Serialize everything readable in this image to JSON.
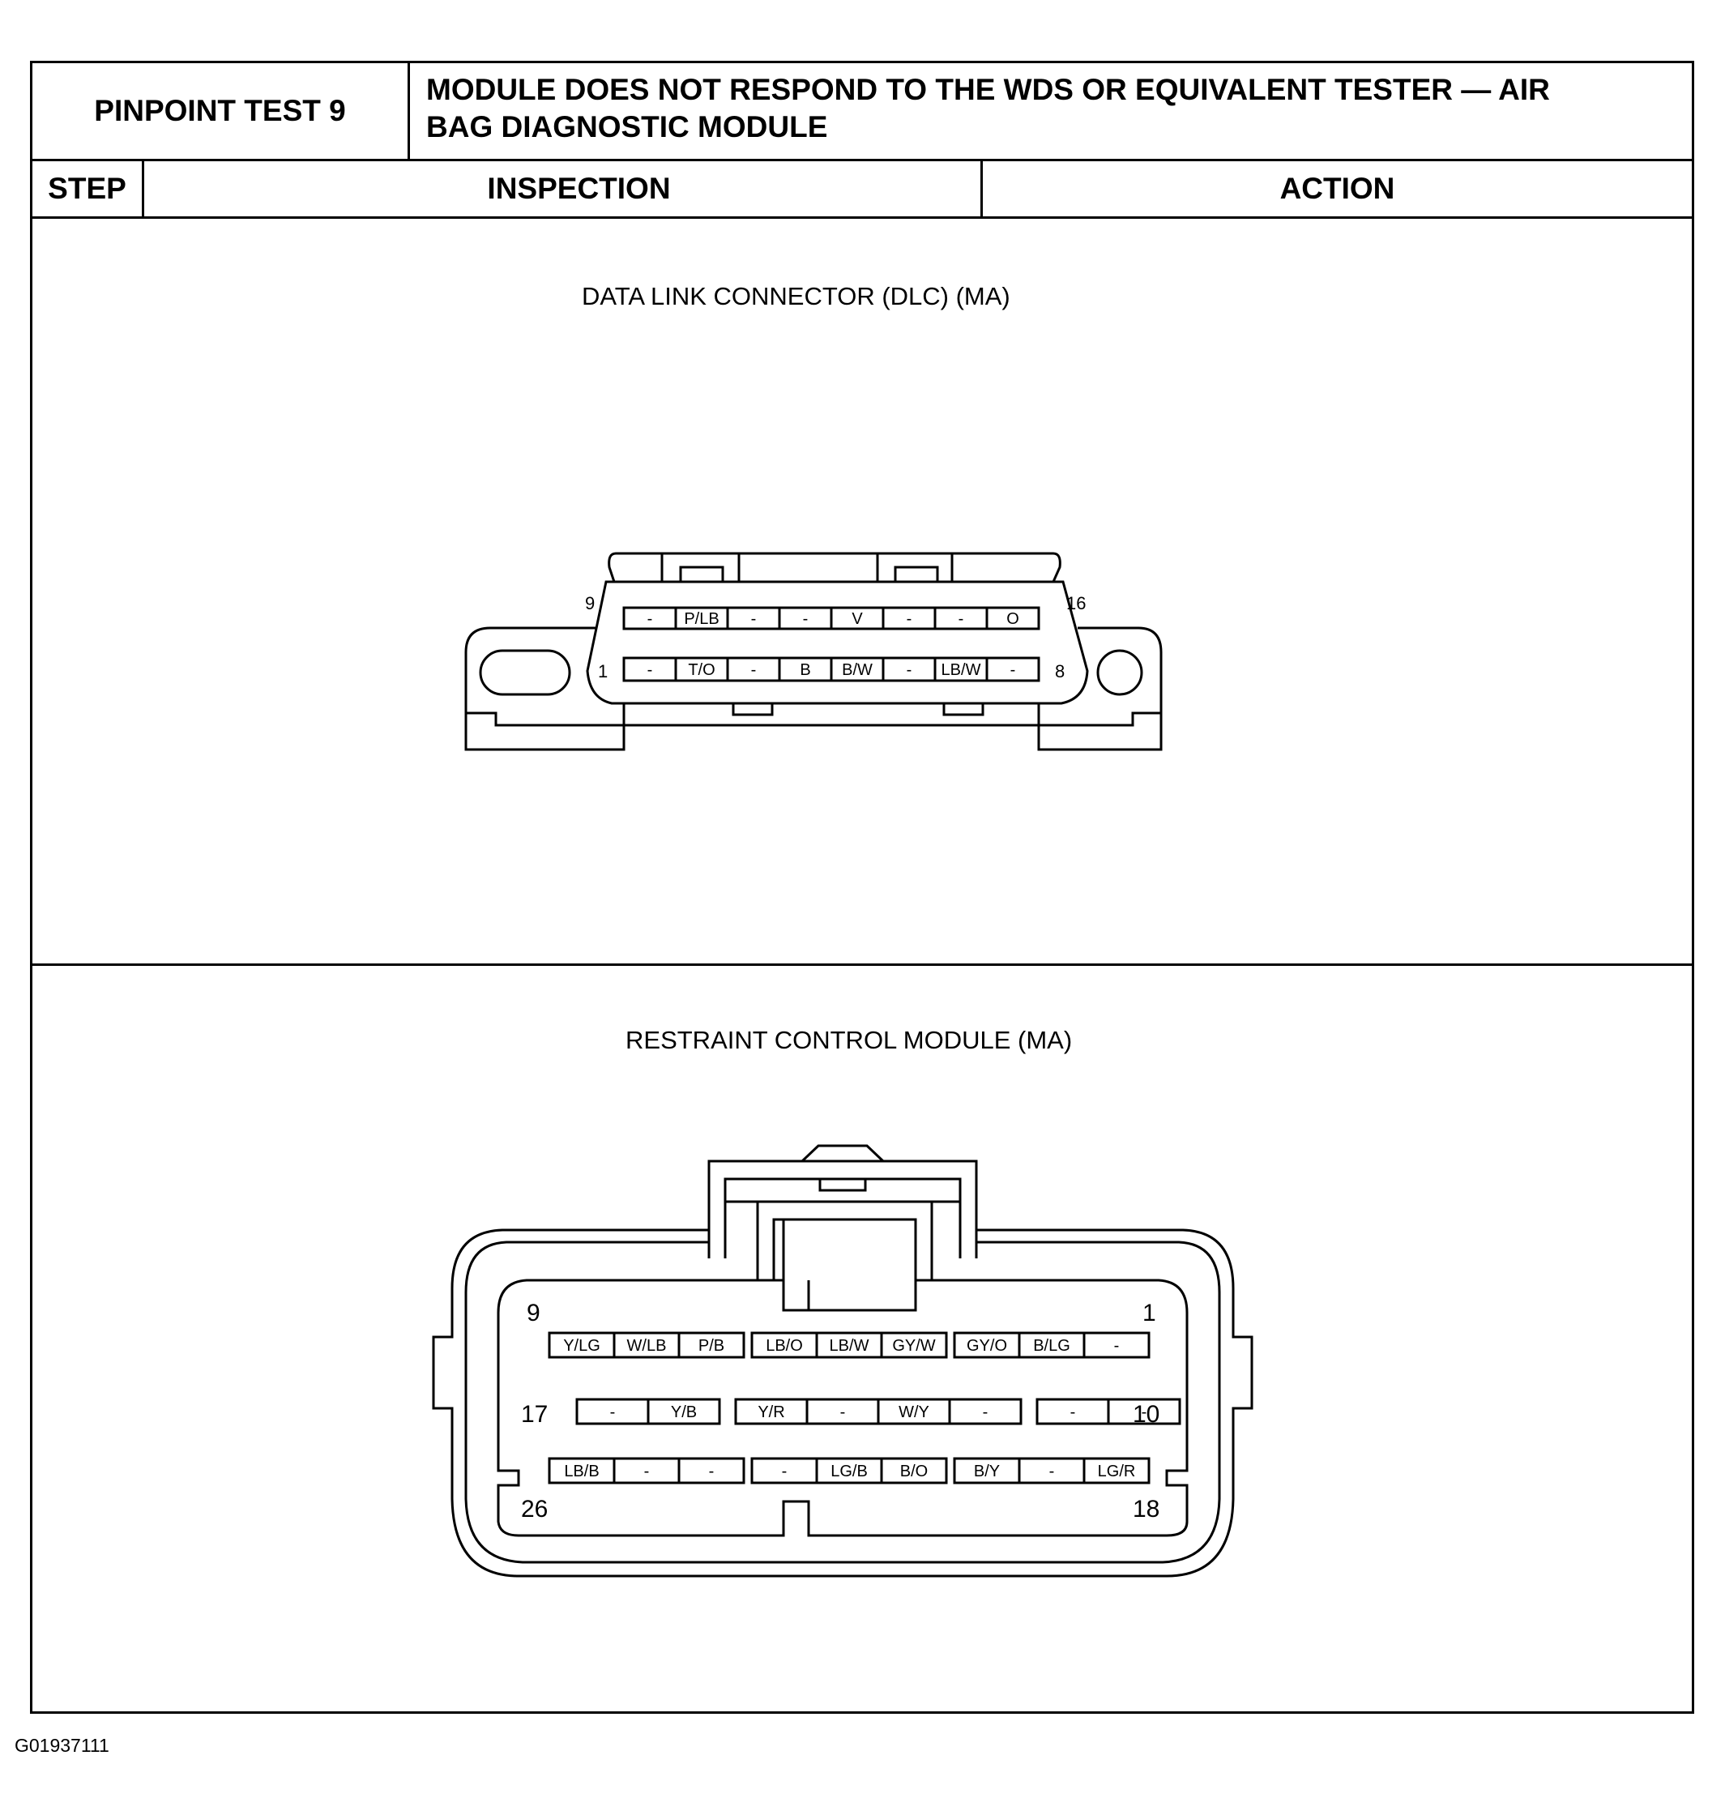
{
  "header": {
    "test_label": "PINPOINT TEST 9",
    "title_line1": "MODULE DOES NOT RESPOND TO THE WDS OR EQUIVALENT TESTER — AIR",
    "title_line2": "BAG DIAGNOSTIC MODULE"
  },
  "columns": {
    "step": "STEP",
    "inspection": "INSPECTION",
    "action": "ACTION"
  },
  "dlc": {
    "caption": "DATA LINK CONNECTOR (DLC) (MA)",
    "top_row_start": "9",
    "top_row_end": "16",
    "top_row": [
      "-",
      "P/LB",
      "-",
      "-",
      "V",
      "-",
      "-",
      "O"
    ],
    "bottom_row_start": "1",
    "bottom_row_end": "8",
    "bottom_row": [
      "-",
      "T/O",
      "-",
      "B",
      "B/W",
      "-",
      "LB/W",
      "-"
    ]
  },
  "rcm": {
    "caption": "RESTRAINT CONTROL MODULE (MA)",
    "row1_start": "9",
    "row1_end": "1",
    "row1": [
      "Y/LG",
      "W/LB",
      "P/B",
      "LB/O",
      "LB/W",
      "GY/W",
      "GY/O",
      "B/LG",
      "-"
    ],
    "row2_start": "17",
    "row2_end": "10",
    "row2": [
      "-",
      "Y/B",
      "Y/R",
      "-",
      "W/Y",
      "-",
      "-",
      "-"
    ],
    "row3_start": "26",
    "row3_end": "18",
    "row3": [
      "LB/B",
      "-",
      "-",
      "-",
      "LG/B",
      "B/O",
      "B/Y",
      "-",
      "LG/R"
    ]
  },
  "footer": {
    "figure_id": "G01937111"
  }
}
